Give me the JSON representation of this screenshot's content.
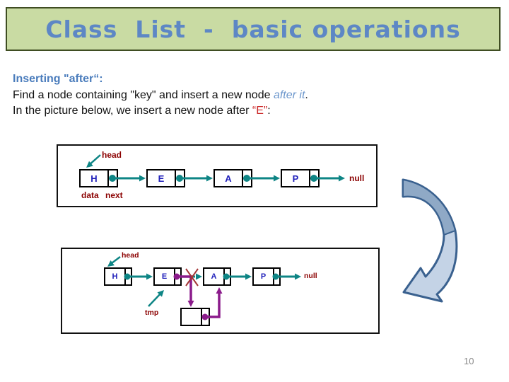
{
  "slide": {
    "title": "Class  List  -  basic operations",
    "page_number": "10"
  },
  "intro": {
    "heading": "Inserting \"after“:",
    "line2": {
      "prefix": "Find a node containing \"key\" and insert a new node ",
      "italic": "after it",
      "suffix": "."
    },
    "line3": {
      "prefix": "In the picture below, we insert a new node after ",
      "highlight": "“E”",
      "suffix": ":"
    }
  },
  "diagram_before": {
    "head_label": "head",
    "data_label": "data",
    "next_label": "next",
    "null_label": "null",
    "nodes": [
      "H",
      "E",
      "A",
      "P"
    ]
  },
  "diagram_after": {
    "head_label": "head",
    "tmp_label": "tmp",
    "null_label": "null",
    "nodes": [
      "H",
      "E",
      "A",
      "P"
    ],
    "new_node_value": ""
  },
  "colors": {
    "title_text": "#5d87c5",
    "title_bg": "#c9dba3",
    "title_border": "#3f4d22",
    "heading_blue": "#4a7cbc",
    "italic_blue": "#6b96cc",
    "highlight_red": "#cc2a2a",
    "label_dark_red": "#8b0000",
    "node_letter_blue": "#2121bb",
    "pointer_teal": "#0e8585",
    "pointer_purple": "#8b1b8b",
    "cross_red": "#a33636",
    "curved_arrow_fill": "#c4d3e6",
    "curved_arrow_dark": "#8fa9c6",
    "curved_arrow_stroke": "#3a618f",
    "page_number_gray": "#888888"
  }
}
